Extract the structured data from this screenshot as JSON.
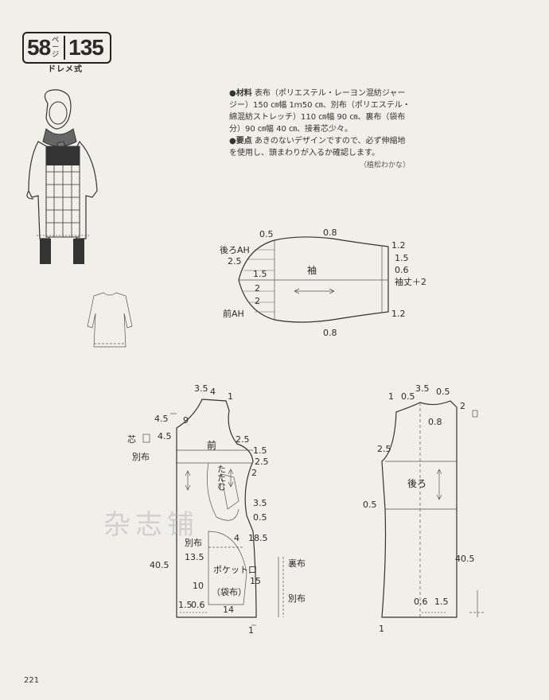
{
  "header": {
    "page_num": "58",
    "page_unit": "ページ",
    "pattern_num": "135",
    "subtitle": "ドレメ式"
  },
  "notes": {
    "materials_head": "●材料",
    "materials_text": "表布（ポリエステル・レーヨン混紡ジャージー）150 ㎝幅 1ｍ50 ㎝、別布（ポリエステル・綿混紡ストレッチ）110 ㎝幅 90 ㎝、裏布（袋布分）90 ㎝幅 40 ㎝、接着芯少々。",
    "points_head": "●要点",
    "points_text": "あきのないデザインですので、必ず伸縮地を使用し、頭まわりが入るか確認します。",
    "credit": "（植松わかな）"
  },
  "sleeve": {
    "title": "袖",
    "back_ah": "後ろAH",
    "front_ah": "前AH",
    "m_05": "0.5",
    "m_08_top": "0.8",
    "m_08_bot": "0.8",
    "m_25": "2.5",
    "m_15": "1.5",
    "m_2": "2",
    "m_2b": "2",
    "m_12_top": "1.2",
    "m_15r": "1.5",
    "m_06": "0.6",
    "length": "袖丈＋2",
    "m_12_bot": "1.2"
  },
  "front": {
    "title": "前",
    "tuck": "たたむ",
    "contrast": "別布",
    "pocket_opening": "ポケット口",
    "pocket_bag": "（袋布）",
    "core": "芯",
    "contrast_side": "別布",
    "lining": "裏布",
    "contrast_right": "別布",
    "m_35": "3.5",
    "m_4": "4",
    "m_1_top": "1",
    "m_45a": "4.5",
    "m_9": "9",
    "m_45b": "4.5",
    "m_25": "2.5",
    "m_15": "1.5",
    "m_25b": "2.5",
    "m_2": "2",
    "m_35b": "3.5",
    "m_05": "0.5",
    "m_4b": "4",
    "m_185": "18.5",
    "m_135": "13.5",
    "m_10": "10",
    "m_15b": "15",
    "m_405": "40.5",
    "m_15c": "1.5",
    "m_06": "0.6",
    "m_14": "14",
    "m_1_bot": "1"
  },
  "back": {
    "title": "後ろ",
    "m_1": "1",
    "m_05a": "0.5",
    "m_35": "3.5",
    "m_05b": "0.5",
    "m_2": "2",
    "m_08": "0.8",
    "m_25": "2.5",
    "m_05c": "0.5",
    "m_405": "40.5",
    "m_06": "0.6",
    "m_15": "1.5",
    "m_1_bot": "1"
  },
  "page_number": "221",
  "watermark": "杂志铺"
}
